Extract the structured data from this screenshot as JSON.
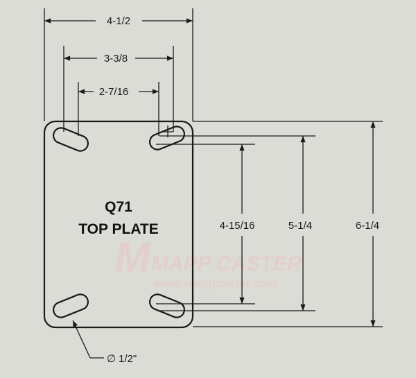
{
  "part_label": {
    "line1": "Q71",
    "line2": "TOP PLATE"
  },
  "dimensions": {
    "overall_width": "4-1/2",
    "bolt_spacing_wide": "3-3/8",
    "bolt_spacing_narrow": "2-7/16",
    "bolt_spacing_vertical_short": "4-15/16",
    "bolt_spacing_vertical_long": "5-1/4",
    "overall_length": "6-1/4",
    "hole_diameter": "1/2\""
  },
  "diameter_symbol": "∅",
  "watermark": {
    "brand": "MAPP CASTER",
    "url": "www.mappcaster.com"
  },
  "colors": {
    "background": "#dcdcd6",
    "lines": "#1a1a1a",
    "watermark": "#e2cfcc"
  }
}
